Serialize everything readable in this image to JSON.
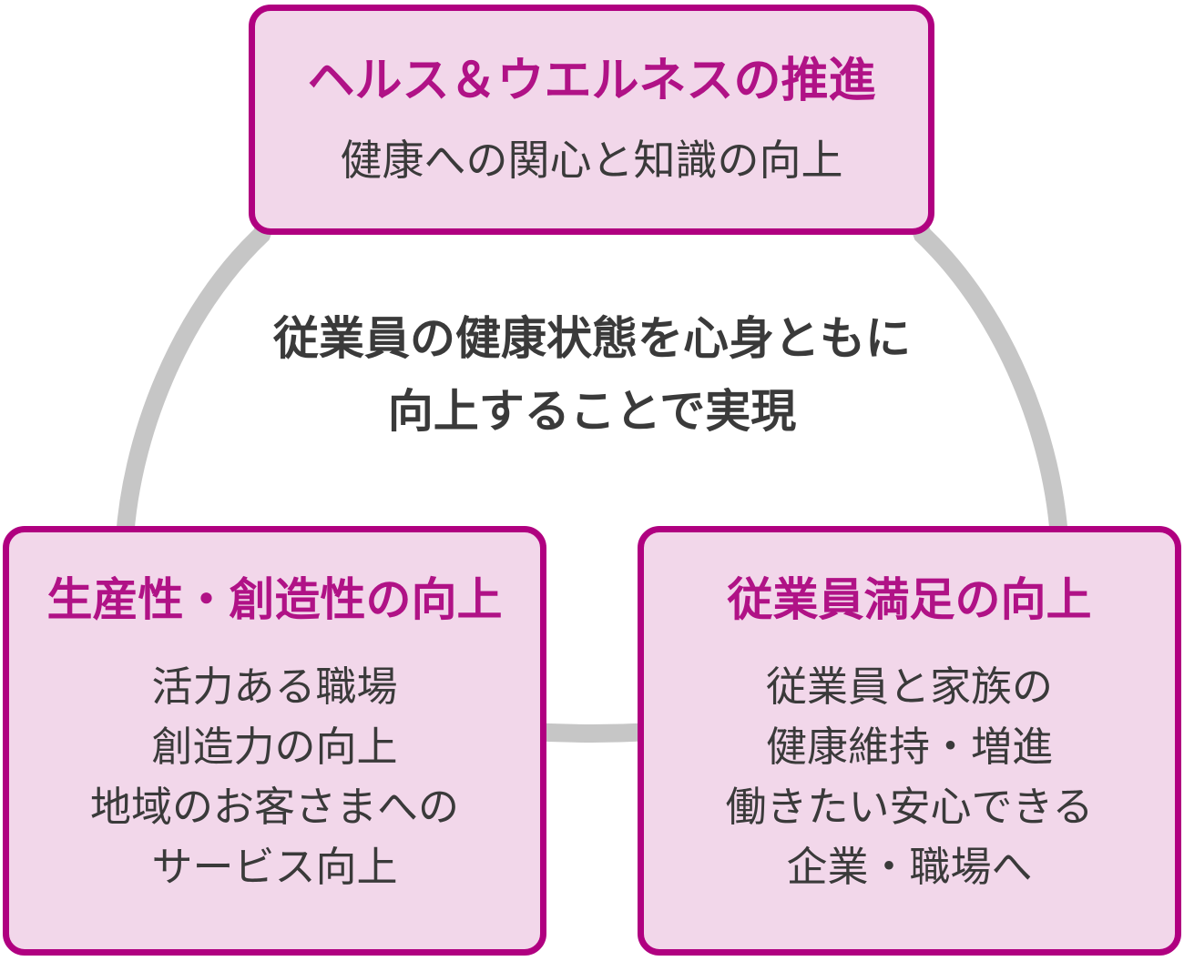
{
  "palette": {
    "background": "#ffffff",
    "box_fill": "#f2d7ea",
    "box_border": "#b00080",
    "title_magenta": "#b01286",
    "body_text": "#3a3a3a",
    "ring_gray": "#c6c6c6"
  },
  "center": {
    "lines": [
      "従業員の健康状態を心身ともに",
      "向上することで実現"
    ]
  },
  "boxes": {
    "top": {
      "title": "ヘルス＆ウエルネスの推進",
      "body": [
        "健康への関心と知識の向上"
      ]
    },
    "bottom_left": {
      "title": "生産性・創造性の向上",
      "body": [
        "活力ある職場",
        "創造力の向上",
        "地域のお客さまへの",
        "サービス向上"
      ]
    },
    "bottom_right": {
      "title": "従業員満足の向上",
      "body": [
        "従業員と家族の",
        "健康維持・増進",
        "働きたい安心できる",
        "企業・職場へ"
      ]
    }
  }
}
